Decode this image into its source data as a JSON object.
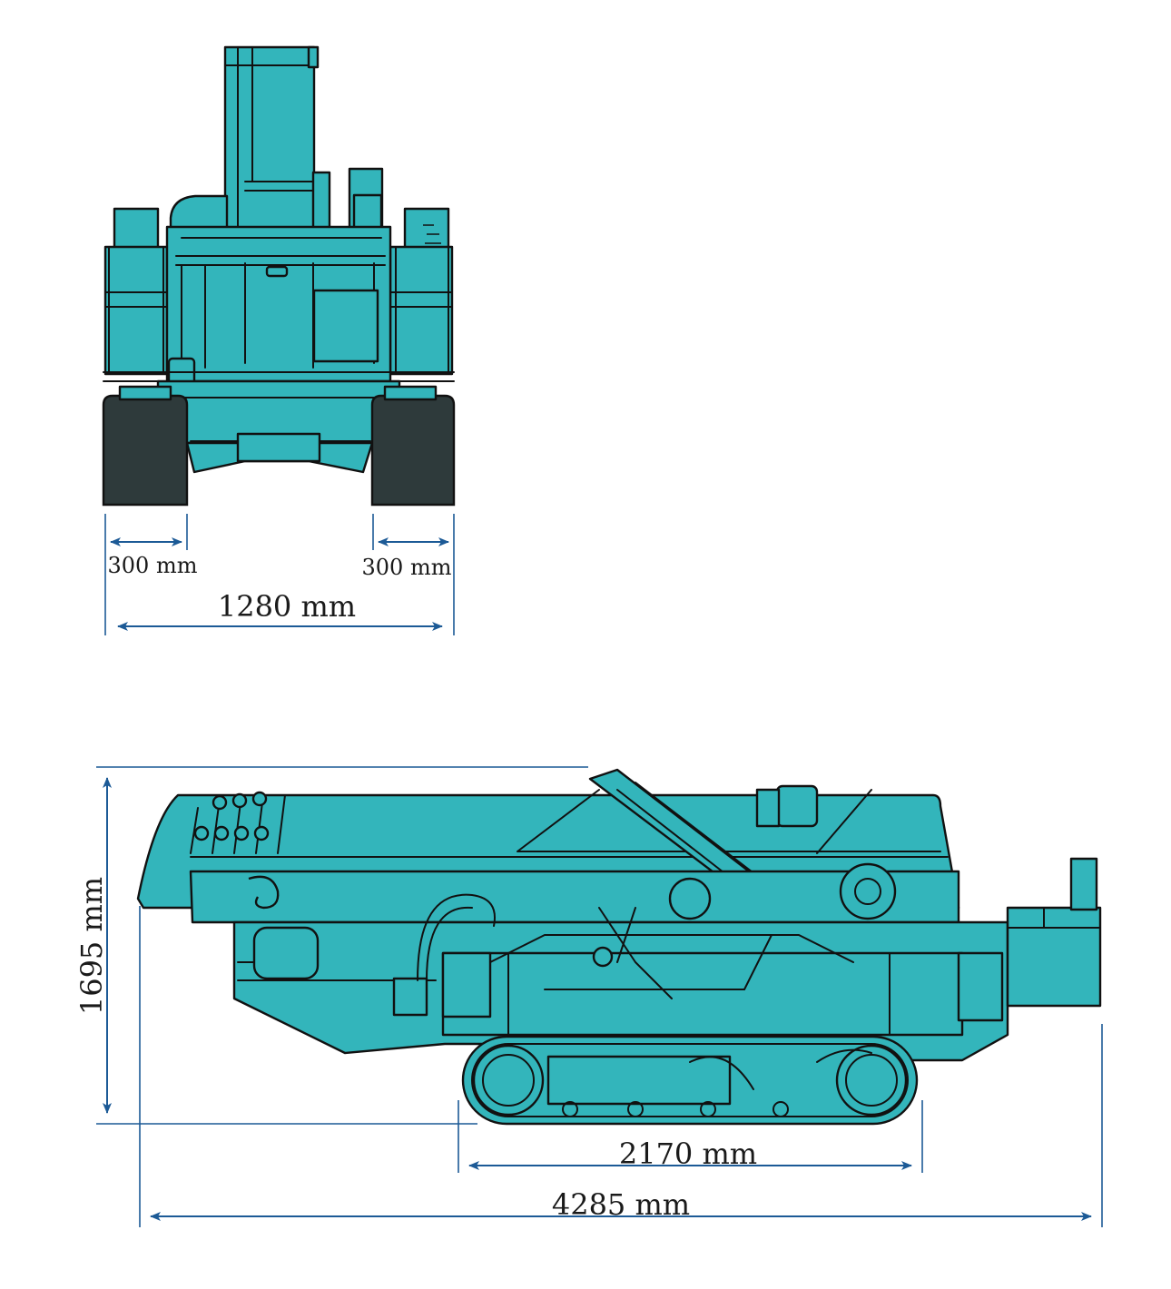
{
  "colors": {
    "machine": "#33b5bb",
    "outline": "#111111",
    "track": "#2e3a3b",
    "dimension_line": "#1c5a96",
    "background": "#ffffff"
  },
  "front_view": {
    "track_width_left": "300 mm",
    "track_width_right": "300 mm",
    "overall_width": "1280 mm"
  },
  "side_view": {
    "overall_height": "1695 mm",
    "track_length": "2170 mm",
    "overall_length": "4285 mm"
  }
}
